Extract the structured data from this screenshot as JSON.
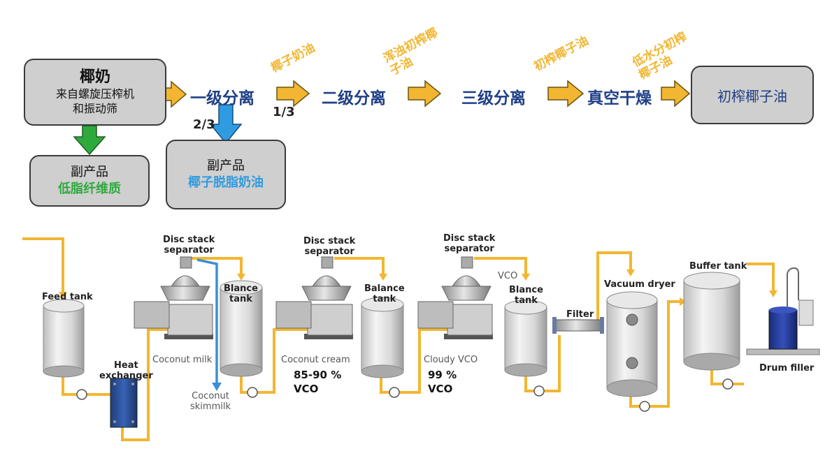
{
  "top": {
    "source_box": {
      "title": "椰奶",
      "line1": "来自螺旋压榨机",
      "line2": "和振动筛"
    },
    "byproduct1": {
      "title": "副产品",
      "value": "低脂纤维质"
    },
    "byproduct2": {
      "title": "副产品",
      "value": "椰子脱脂奶油"
    },
    "steps": [
      "一级分离",
      "二级分离",
      "三级分离",
      "真空干燥"
    ],
    "final_box": "初榨椰子油",
    "orange_labels": [
      "椰子奶油",
      "浑浊初榨椰\n子油",
      "初榨椰子油",
      "低水分初榨\n椰子油"
    ],
    "frac_two_thirds": "2/3",
    "frac_one_third": "1/3"
  },
  "bottom": {
    "feed_tank": "Feed tank",
    "heat_exchanger": "Heat\nexchanger",
    "disc1": "Disc stack\nseparator",
    "disc2": "Disc stack\nseparator",
    "disc3": "Disc stack\nseparator",
    "blance1": "Blance\ntank",
    "balance2": "Balance\ntank",
    "blance3": "Blance\ntank",
    "vco_small": "VCO",
    "coconut_milk": "Coconut milk",
    "coconut_skimmilk": "Coconut\nskimmilk",
    "coconut_cream": "Coconut cream",
    "cream_pct": "85-90 %",
    "cream_vco": "VCO",
    "cloudy_vco": "Cloudy VCO",
    "cloudy_pct": "99 %",
    "cloudy_vco2": "VCO",
    "filter": "Filter",
    "vacuum_dryer": "Vacuum dryer",
    "buffer_tank": "Buffer tank",
    "drum_filler": "Drum filler"
  },
  "colors": {
    "pipe": "#f2b632",
    "blue_pipe": "#3b8fd8",
    "green_arrow": "#2eaa3d",
    "blue_arrow": "#2f9be0",
    "step_text": "#1f3f86",
    "green_text": "#2eaa3d",
    "blue_text": "#2f9be0"
  }
}
